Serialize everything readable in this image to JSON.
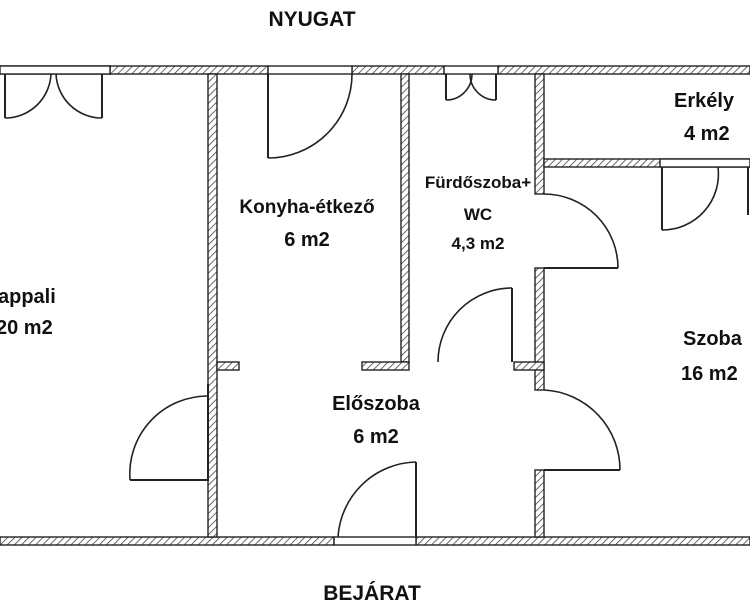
{
  "compass": {
    "top": "NYUGAT",
    "bottom": "BEJÁRAT"
  },
  "rooms": {
    "nappali": {
      "name": "appali",
      "area": "20 m2"
    },
    "konyha": {
      "name": "Konyha-étkező",
      "area": "6 m2"
    },
    "furdo": {
      "name": "Fürdőszoba+",
      "name2": "WC",
      "area": "4,3 m2"
    },
    "erkely": {
      "name": "Erkély",
      "area": "4 m2"
    },
    "szoba": {
      "name": "Szoba",
      "area": "16 m2"
    },
    "eloszoba": {
      "name": "Előszoba",
      "area": "6 m2"
    }
  },
  "colors": {
    "wall_stroke": "#222222",
    "background": "#ffffff"
  }
}
